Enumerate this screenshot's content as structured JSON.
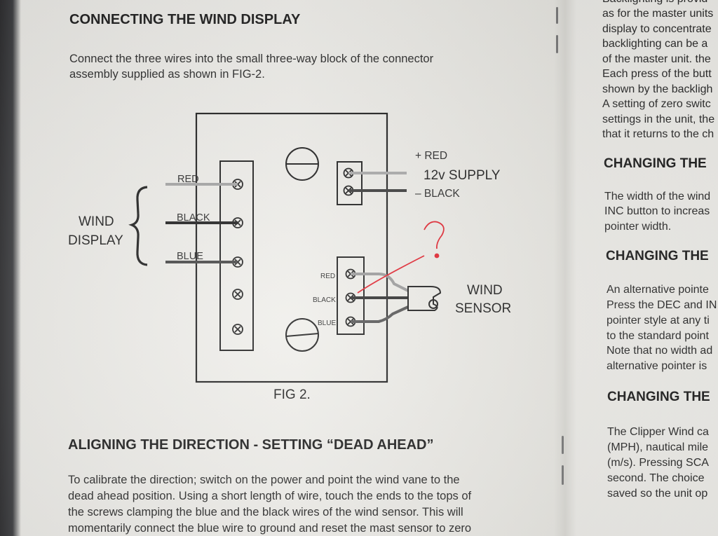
{
  "left_page": {
    "heading_1": "CONNECTING THE WIND DISPLAY",
    "intro_line_1": "Connect the three wires into the small three-way block of the connector",
    "intro_line_2": "assembly supplied as shown in FIG-2.",
    "heading_2": "ALIGNING THE DIRECTION - SETTING “DEAD AHEAD”",
    "body_lines": [
      "To calibrate the direction; switch on the power and point the wind vane to the",
      "dead ahead position. Using a short length of wire, touch the ends to the tops of",
      "the screws clamping the blue and the black wires of the wind sensor. This will",
      "momentarily connect the blue wire to ground and reset the mast sensor to zero"
    ]
  },
  "diagram": {
    "wind_display_line_1": "WIND",
    "wind_display_line_2": "DISPLAY",
    "display_wire_red": "RED",
    "display_wire_black": "BLACK",
    "display_wire_blue": "BLUE",
    "supply_plus": "+ RED",
    "supply_title": "12v SUPPLY",
    "supply_minus": "– BLACK",
    "sensor_wire_red": "RED",
    "sensor_wire_black": "BLACK",
    "sensor_wire_blue": "BLUE",
    "sensor_line_1": "WIND",
    "sensor_line_2": "SENSOR",
    "caption": "FIG 2.",
    "handwritten_mark": "?",
    "colors": {
      "ink": "#1e1e1e",
      "red_wire": "#9a9a9a",
      "handwriting": "#e0242f"
    }
  },
  "right_page": {
    "top_lines": [
      "Backlighting is provid",
      "as for the master units",
      "display to concentrate",
      "backlighting can be a",
      "of the master unit. the",
      "Each press of the butt",
      "shown by the backligh",
      "A setting of zero switc",
      "settings in the unit, the",
      "that it returns to the ch"
    ],
    "heading_1": "CHANGING THE",
    "section_1": [
      "The width of the wind",
      "INC button to increas",
      "pointer width."
    ],
    "heading_2": "CHANGING THE",
    "section_2": [
      "An alternative pointe",
      "Press the DEC and IN",
      "pointer style at any ti",
      "to the standard point",
      "Note that no width ad",
      "alternative pointer is"
    ],
    "heading_3": "CHANGING THE",
    "section_3": [
      "The Clipper Wind ca",
      "(MPH), nautical mile",
      "(m/s). Pressing SCA",
      "second. The choice",
      "saved so the unit op"
    ]
  }
}
